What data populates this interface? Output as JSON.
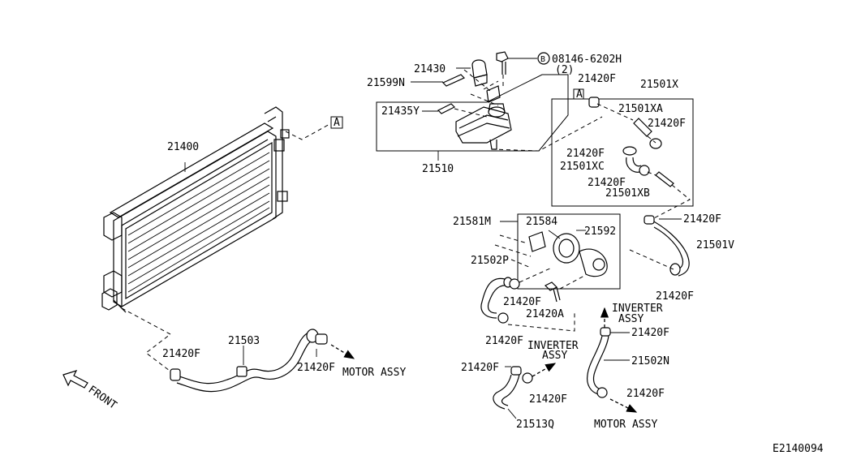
{
  "diagram": {
    "code": "E2140094",
    "front_label": "FRONT",
    "ref_marker": "A",
    "bolt_circle": "B",
    "bolt_code": "08146-6202H",
    "bolt_qty": "(2)",
    "destinations": {
      "motor_assy": "MOTOR ASSY",
      "inverter_assy_line1": "INVERTER",
      "inverter_assy_line2": "ASSY"
    },
    "parts": {
      "p21400": "21400",
      "p21503": "21503",
      "p21420F": "21420F",
      "p21430": "21430",
      "p21599N": "21599N",
      "p21435Y": "21435Y",
      "p21510": "21510",
      "p21501X": "21501X",
      "p21501XA": "21501XA",
      "p21501XC": "21501XC",
      "p21501XB": "21501XB",
      "p21501V": "21501V",
      "p21581M": "21581M",
      "p21584": "21584",
      "p21592": "21592",
      "p21502P": "21502P",
      "p21420A": "21420A",
      "p21502N": "21502N",
      "p21513Q": "21513Q"
    }
  }
}
